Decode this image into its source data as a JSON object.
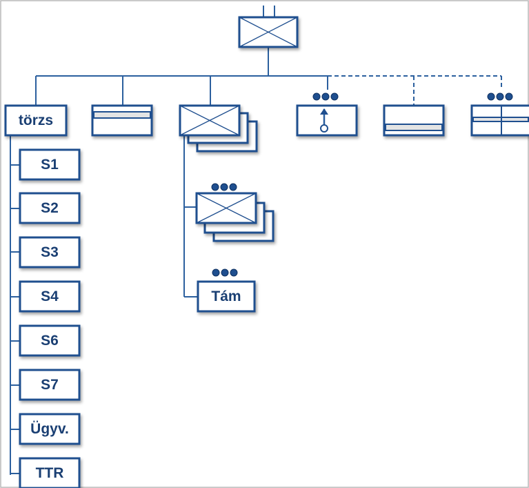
{
  "nodes": {
    "torzs": "törzs",
    "s1": "S1",
    "s2": "S2",
    "s3": "S3",
    "s4": "S4",
    "s6": "S6",
    "s7": "S7",
    "ugyv": "Ügyv.",
    "ttr": "TTR",
    "tam": "Tám"
  },
  "colors": {
    "line": "#2b5f9e",
    "box_border": "#1f4f8f",
    "label": "#1a3f73"
  }
}
